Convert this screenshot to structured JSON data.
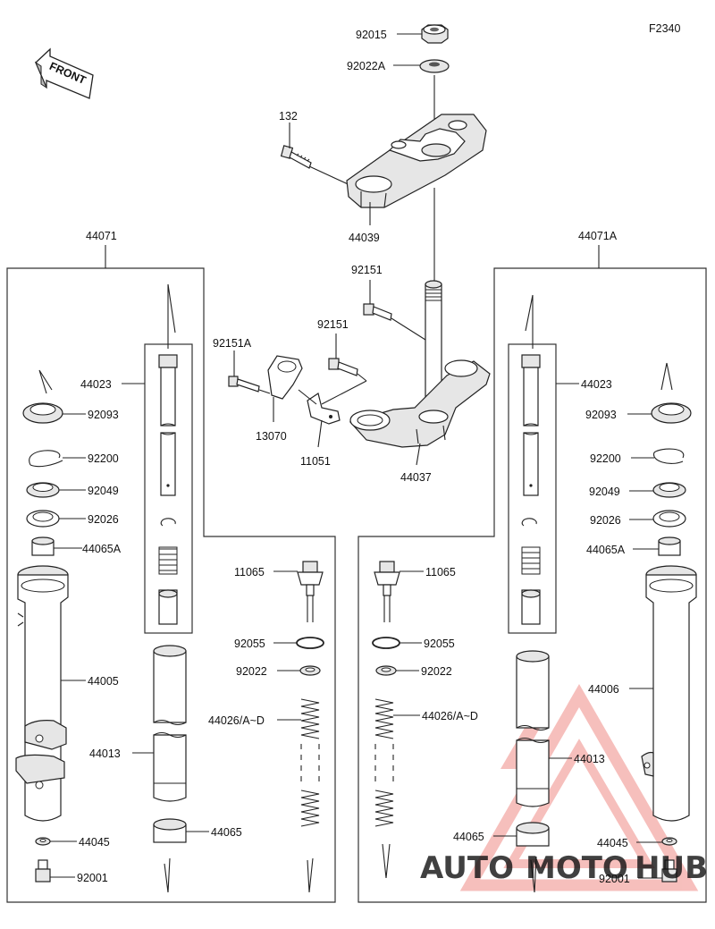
{
  "figure_code": "F2340",
  "front_arrow_label": "FRONT",
  "labels": {
    "92015": "92015",
    "92022A": "92022A",
    "132": "132",
    "44039": "44039",
    "44071": "44071",
    "44071A": "44071A",
    "92151_a": "92151",
    "92151_b": "92151",
    "92151A": "92151A",
    "13070": "13070",
    "11051": "11051",
    "44037": "44037",
    "L_44023": "44023",
    "L_92093": "92093",
    "L_92200": "92200",
    "L_92049": "92049",
    "L_92026": "92026",
    "L_44065A": "44065A",
    "L_44005": "44005",
    "L_44013": "44013",
    "L_44045": "44045",
    "L_92001": "92001",
    "L_44065": "44065",
    "L_11065": "11065",
    "L_92055": "92055",
    "L_92022": "92022",
    "L_44026": "44026/A~D",
    "R_44023": "44023",
    "R_92093": "92093",
    "R_92200": "92200",
    "R_92049": "92049",
    "R_92026": "92026",
    "R_44065A": "44065A",
    "R_44006": "44006",
    "R_44013": "44013",
    "R_44045": "44045",
    "R_92001": "92001",
    "R_44065": "44065",
    "R_11065": "11065",
    "R_92055": "92055",
    "R_92022": "92022",
    "R_44026": "44026/A~D"
  },
  "watermark": {
    "part1": "AUTO",
    "part2": "MOTO",
    "part3": "HUB",
    "color_primary": "#e8322f",
    "color_secondary": "#f5a623",
    "color_dark": "#3a3a3a"
  }
}
